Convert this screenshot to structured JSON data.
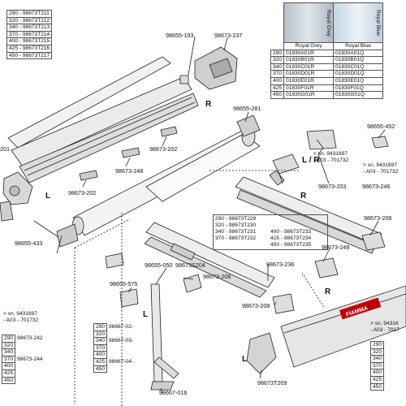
{
  "table_top_left": {
    "rows": [
      "290 - 98673T211",
      "320 - 98673T212",
      "340 - 98673T213",
      "370 - 98673T214",
      "400 - 98673T215",
      "425 - 98673T216",
      "450 - 98673T217"
    ]
  },
  "color_table": {
    "swatch_labels": [
      "Royal Grey",
      "Royal Blue"
    ],
    "header": [
      "Royal Grey",
      "Royal Blue"
    ],
    "rows": [
      [
        "290",
        "01830A01R",
        "01830A01Q"
      ],
      [
        "320",
        "01830B01R",
        "01830B01Q"
      ],
      [
        "340",
        "01830C01R",
        "01830C01Q"
      ],
      [
        "370",
        "01830D01R",
        "01830D01Q"
      ],
      [
        "400",
        "01830E01R",
        "01830E01Q"
      ],
      [
        "425",
        "01830F01R",
        "01830F01Q"
      ],
      [
        "450",
        "01830G01R",
        "01830G01Q"
      ]
    ]
  },
  "mid_table": {
    "rows": [
      [
        "290 - 98673T229",
        ""
      ],
      [
        "320 - 98673T230",
        ""
      ],
      [
        "340 - 98673T231",
        "400 - 98673T233"
      ],
      [
        "370 - 98673T232",
        "425 - 98673T234"
      ],
      [
        "",
        "450 - 98673T235"
      ]
    ]
  },
  "left_arm_table": {
    "heights": [
      "290",
      "320",
      "340",
      "370",
      "400",
      "425",
      "450"
    ],
    "codes": [
      "98673-242",
      "98673-244"
    ]
  },
  "leg_table": {
    "heights": [
      "290",
      "320",
      "340",
      "370",
      "400",
      "425",
      "450"
    ],
    "codes": [
      "98667-02-",
      "98667-03-",
      "98667-04-"
    ]
  },
  "right_table": {
    "heights": [
      "290",
      "320",
      "340",
      "370",
      "400",
      "425",
      "450"
    ]
  },
  "serial_notes": {
    "left": [
      "> sn. 9431697",
      "- A03 - 701732"
    ],
    "center_left": [
      "< sn. 9431697",
      "- A03 - 701732"
    ],
    "center_right": [
      "> sn. 9431697",
      "- A03 - 701732"
    ],
    "right": [
      "> sn. 94316",
      "- A03 - 7017"
    ]
  },
  "labels": {
    "p193": "98655-193",
    "p237": "98673-237",
    "p281": "98655-281",
    "p452": "98655-452",
    "p202a": "98673-202",
    "p202b": "98673-202",
    "p248": "98673-248",
    "p203": "98673-203",
    "p246": "98673-246",
    "p201": "201",
    "p433": "98655-433",
    "p208a": "98673-208",
    "p208b": "98673-208",
    "p249": "98673-249",
    "p575": "98655-575",
    "p050": "98655-050",
    "p5204": "98673S204",
    "p206": "98673-206",
    "p236": "98673-236",
    "p016": "98667-016",
    "pT209": "98673T209"
  },
  "side_marks": {
    "L1": "L",
    "R1": "R",
    "LR": "L / R",
    "R2": "R",
    "L2": "L",
    "R3": "R",
    "L3": "L"
  },
  "brand": "FIAMMA"
}
